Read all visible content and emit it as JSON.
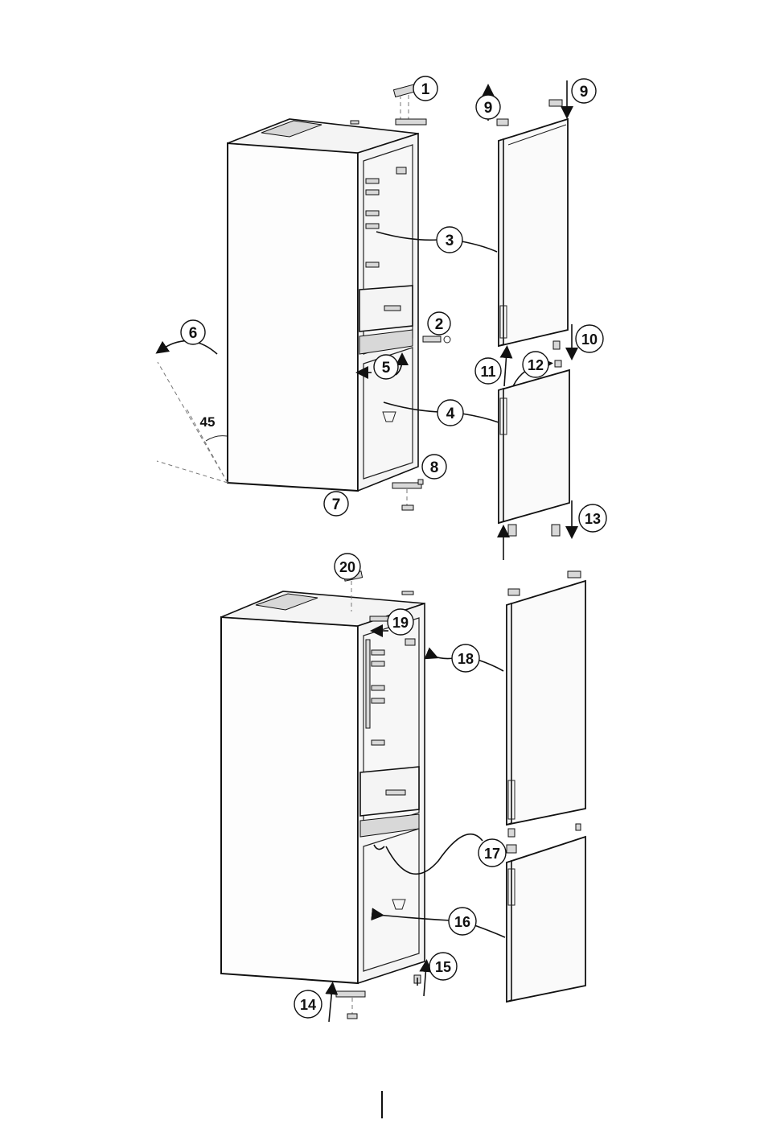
{
  "callouts_top": [
    "1",
    "2",
    "3",
    "4",
    "5",
    "6",
    "7",
    "8",
    "9",
    "9",
    "10",
    "11",
    "12",
    "13"
  ],
  "angle_label": "45",
  "callouts_bottom": [
    "14",
    "15",
    "16",
    "17",
    "18",
    "19",
    "20"
  ]
}
